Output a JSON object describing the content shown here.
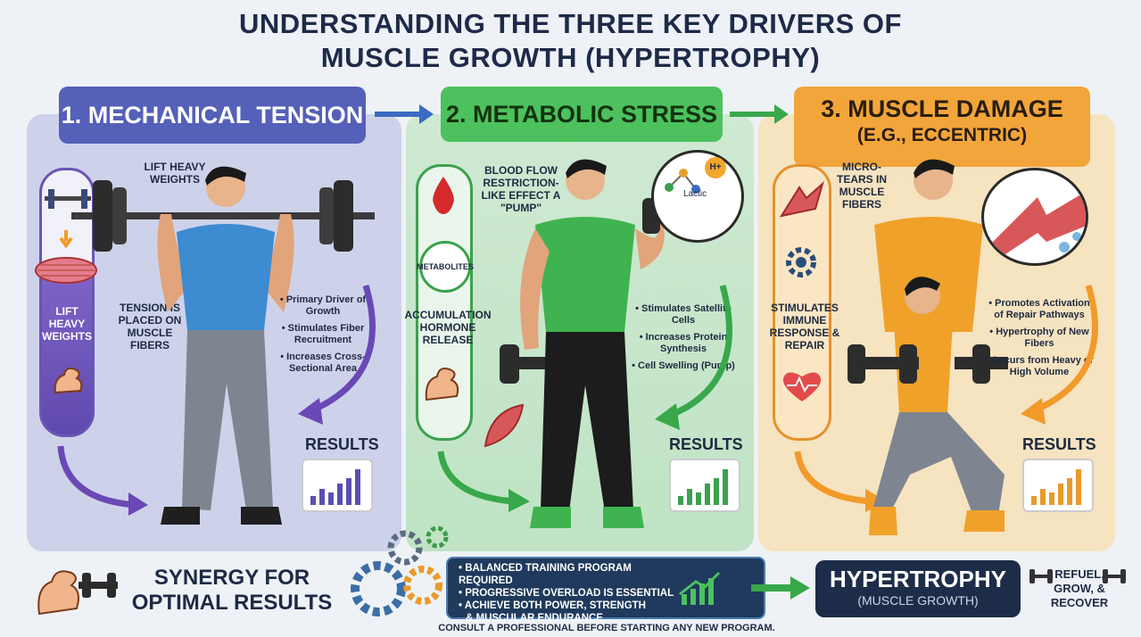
{
  "title": {
    "line1": "UNDERSTANDING THE THREE KEY DRIVERS OF",
    "line2": "MUSCLE GROWTH (HYPERTROPHY)"
  },
  "panel1": {
    "header": "1. MECHANICAL TENSION",
    "lift_label": "LIFT HEAVY WEIGHTS",
    "pill_label": "LIFT HEAVY WEIGHTS",
    "tension_label": "TENSION IS PLACED ON MUSCLE FIBERS",
    "bullets": [
      "• Primary Driver of Growth",
      "• Stimulates Fiber Recruitment",
      "• Increases Cross-Sectional Area"
    ],
    "results": "RESULTS",
    "accent": "#5560b8"
  },
  "panel2": {
    "header": "2. METABOLIC STRESS",
    "blood_label": "BLOOD FLOW RESTRICTION-LIKE EFFECT A \"PUMP\"",
    "metabolites": "METABOLITES",
    "accum_label": "ACCUMULATION HORMONE RELEASE",
    "lactic": "Lactic",
    "ion": "H+",
    "bullets": [
      "• Stimulates Satellite Cells",
      "• Increases Protein Synthesis",
      "• Cell Swelling (Pump)"
    ],
    "results": "RESULTS",
    "accent": "#4cc15e"
  },
  "panel3": {
    "header": "3. MUSCLE DAMAGE",
    "subheader": "(E.G., ECCENTRIC)",
    "micro_label": "MICRO-TEARS IN MUSCLE FIBERS",
    "immune_label": "STIMULATES IMMUNE RESPONSE & REPAIR",
    "bullets": [
      "• Promotes Activation of Repair Pathways",
      "• Hypertrophy of New Fibers",
      "• Occurs from Heavy or High Volume"
    ],
    "results": "RESULTS",
    "accent": "#f2a53a"
  },
  "bottom": {
    "synergy": "SYNERGY FOR OPTIMAL RESULTS",
    "bullets": [
      "• BALANCED TRAINING PROGRAM REQUIRED",
      "• PROGRESSIVE OVERLOAD IS ESSENTIAL",
      "• ACHIEVE BOTH POWER, STRENGTH",
      "& MUSCULAR ENDURANCE"
    ],
    "hypertrophy": "HYPERTROPHY",
    "hypertrophy_sub": "(MUSCLE GROWTH)",
    "refuel": "REFUEL, GROW, & RECOVER",
    "disclaimer": "CONSULT A PROFESSIONAL BEFORE STARTING ANY NEW PROGRAM."
  }
}
